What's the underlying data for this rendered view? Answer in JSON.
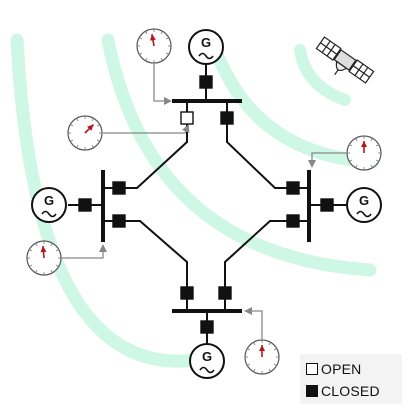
{
  "colors": {
    "wave": "#cff7e6",
    "line": "#111111",
    "breaker_closed": "#111111",
    "breaker_open": "#ffffff",
    "gauge_needle": "#b0171f",
    "gauge_ring": "#555555",
    "arrow": "#888888"
  },
  "generators": [
    {
      "id": "top",
      "letter": "G"
    },
    {
      "id": "left",
      "letter": "G"
    },
    {
      "id": "right",
      "letter": "G"
    },
    {
      "id": "bottom",
      "letter": "G"
    }
  ],
  "breakers": {
    "top-gen": "closed",
    "top-left": "open",
    "top-right": "closed",
    "left-gen": "closed",
    "left-upper": "closed",
    "left-lower": "closed",
    "right-gen": "closed",
    "right-upper": "closed",
    "right-lower": "closed",
    "bottom-gen": "closed",
    "bottom-left": "closed",
    "bottom-right": "closed"
  },
  "icons": {
    "satellite": "satellite-icon",
    "gauge": "pmu-gauge-icon",
    "generator": "generator-icon",
    "sine": "sine-wave-icon"
  },
  "legend": {
    "open_label": "OPEN",
    "closed_label": "CLOSED"
  }
}
